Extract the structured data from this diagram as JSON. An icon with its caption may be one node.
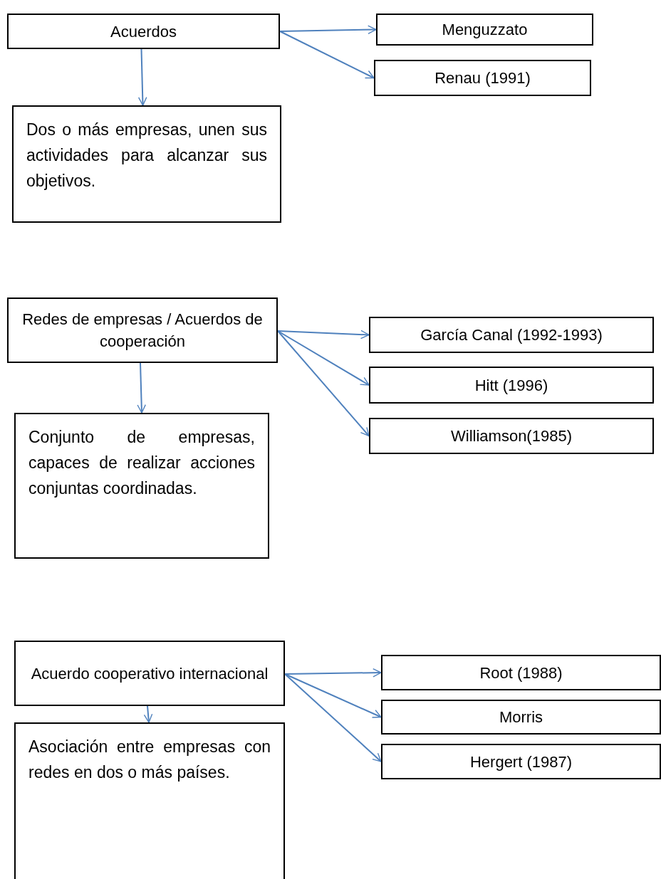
{
  "diagram": {
    "nodes": [
      {
        "text": [
          "Acuerdos"
        ]
      },
      {
        "text": [
          "Menguzzato"
        ]
      },
      {
        "text": [
          "Renau (1991)"
        ]
      },
      {
        "text": [
          "Dos o más empresas, unen sus actividades para alcanzar sus objetivos."
        ]
      },
      {
        "text": [
          "Redes de empresas / Acuerdos de cooperación"
        ]
      },
      {
        "text": [
          "García Canal (1992-1993)"
        ]
      },
      {
        "text": [
          "Hitt (1996)"
        ]
      },
      {
        "text": [
          "Williamson(1985)"
        ]
      },
      {
        "text": [
          "Conjunto de empresas, capaces de realizar acciones conjuntas coordinadas."
        ]
      },
      {
        "text": [
          "Acuerdo cooperativo internacional"
        ]
      },
      {
        "text": [
          "Root (1988)"
        ]
      },
      {
        "text": [
          "Morris"
        ]
      },
      {
        "text": [
          "Hergert (1987)"
        ]
      },
      {
        "text": [
          "Asociación entre empresas con redes en dos o más países."
        ]
      }
    ],
    "edges": [
      {
        "from": 0,
        "to": 1,
        "arrow": "to"
      },
      {
        "from": 0,
        "to": 2,
        "arrow": "to"
      },
      {
        "from": 0,
        "to": 3,
        "arrow": "to"
      },
      {
        "from": 4,
        "to": 5,
        "arrow": "to"
      },
      {
        "from": 4,
        "to": 6,
        "arrow": "to"
      },
      {
        "from": 4,
        "to": 7,
        "arrow": "to"
      },
      {
        "from": 4,
        "to": 8,
        "arrow": "to"
      },
      {
        "from": 9,
        "to": 10,
        "arrow": "to"
      },
      {
        "from": 9,
        "to": 11,
        "arrow": "to"
      },
      {
        "from": 9,
        "to": 12,
        "arrow": "to"
      },
      {
        "from": 9,
        "to": 13,
        "arrow": "to"
      }
    ]
  }
}
